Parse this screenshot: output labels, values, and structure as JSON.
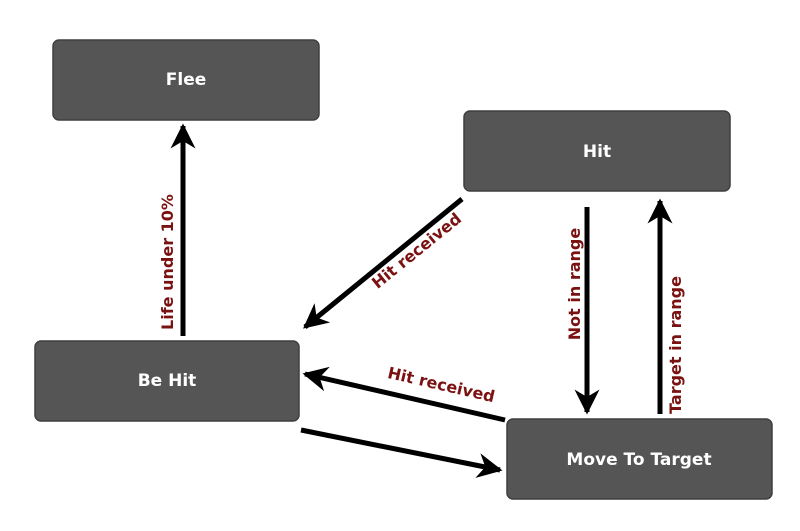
{
  "states": {
    "flee": "Flee",
    "hit": "Hit",
    "be_hit": "Be Hit",
    "move_to_target": "Move To Target"
  },
  "transitions": {
    "life_under": "Life under 10%",
    "hit_received_upper": "Hit received",
    "hit_received_lower": "Hit received",
    "not_in_range": "Not in range",
    "target_in_range": "Target in range"
  },
  "colors": {
    "state_fill": "#555555",
    "state_text": "#ffffff",
    "arrow": "#000000",
    "label_text": "#7a1212"
  }
}
